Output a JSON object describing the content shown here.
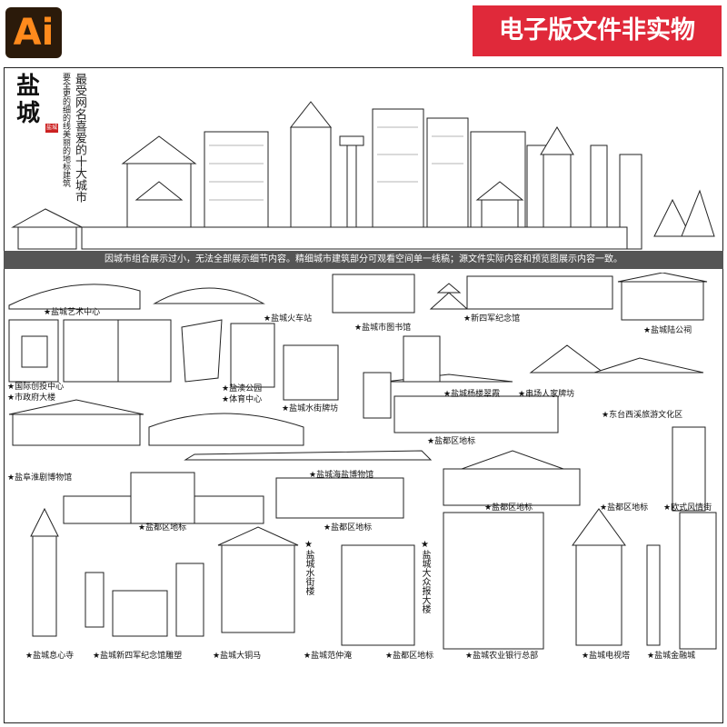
{
  "header": {
    "badge": "Ai",
    "banner": "电子版文件非实物"
  },
  "poster": {
    "title": "盐城",
    "seal": "盐城",
    "subtitle": "最受网名喜爱的十大城市",
    "subtext": "要全更的细的线美丽的地标建筑",
    "notice": "因城市组合展示过小，无法全部展示细节内容。精细城市建筑部分可观看空间单一线稿；源文件实际内容和预览图展示内容一致。"
  },
  "landmarks": {
    "l1": "★盐城艺术中心",
    "l2": "★盐城火车站",
    "l3": "★盐城市图书馆",
    "l4": "★新四军纪念馆",
    "l5": "★盐城陆公祠",
    "l6": "★国际创投中心",
    "l7": "★市政府大楼",
    "l8": "★盐渎公园",
    "l9": "★体育中心",
    "l10": "★盐城水街牌坊",
    "l11": "★盐城杨楼翠霞",
    "l12": "★串场人家牌坊",
    "l13": "★东台西溪旅游文化区",
    "l14": "★盐都区地标",
    "l15": "★盐阜淮剧博物馆",
    "l16": "★盐城海盐博物馆",
    "l17": "★盐都区地标",
    "l18": "★盐都区地标",
    "l19": "★欧式风情街",
    "l20": "★盐都区地标",
    "l21": "★盐都区地标",
    "l22": "★盐城息心寺",
    "l23": "★盐城新四军纪念馆雕塑",
    "l24": "★盐城大铜马",
    "l25": "★盐城范仲淹",
    "l26": "★盐都区地标",
    "l27": "★盐城农业银行总部",
    "l28": "★盐城电视塔",
    "l29": "★盐城金融城",
    "v1": "★盐城水街楼",
    "v2": "★盐城大众报大楼"
  }
}
